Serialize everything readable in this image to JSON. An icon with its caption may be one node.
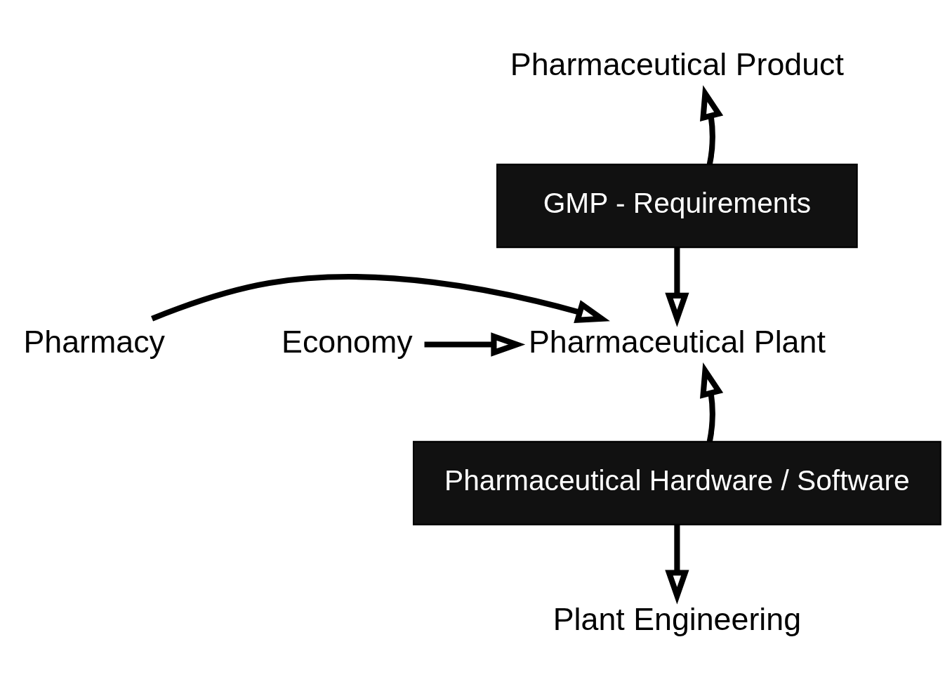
{
  "diagram": {
    "nodes": [
      {
        "text": [
          "Pharmaceutical Product"
        ]
      },
      {
        "text": [
          "GMP - Requirements"
        ]
      },
      {
        "text": [
          "Pharmaceutical Plant"
        ]
      },
      {
        "text": [
          "Pharmacy"
        ]
      },
      {
        "text": [
          "Economy"
        ]
      },
      {
        "text": [
          "Pharmaceutical Hardware / Software"
        ]
      },
      {
        "text": [
          "Plant Engineering"
        ]
      }
    ],
    "edges": [
      {
        "from": 1,
        "to": 0,
        "arrow": "to"
      },
      {
        "from": 1,
        "to": 2,
        "arrow": "to"
      },
      {
        "from": 3,
        "to": 2,
        "arrow": "to"
      },
      {
        "from": 4,
        "to": 2,
        "arrow": "to"
      },
      {
        "from": 5,
        "to": 2,
        "arrow": "to"
      },
      {
        "from": 5,
        "to": 6,
        "arrow": "to"
      }
    ]
  }
}
